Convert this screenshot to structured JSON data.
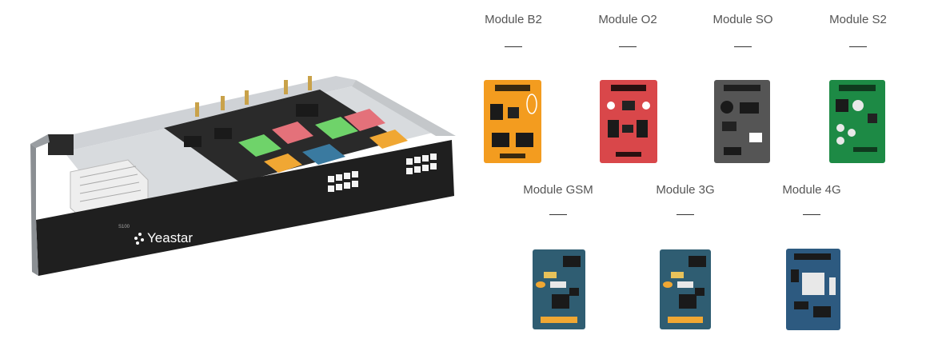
{
  "device": {
    "brand": "Yeastar",
    "model": "S100",
    "image": "yeastar-pbx-chassis-with-modules"
  },
  "modules": [
    {
      "label": "Module B2",
      "color": "#f39c1f",
      "image": "b2-module-board"
    },
    {
      "label": "Module O2",
      "color": "#d9474a",
      "image": "o2-module-board"
    },
    {
      "label": "Module SO",
      "color": "#555555",
      "image": "so-module-board"
    },
    {
      "label": "Module S2",
      "color": "#1d8a45",
      "image": "s2-module-board"
    },
    {
      "label": "Module GSM",
      "color": "#2f5d72",
      "image": "gsm-module-board"
    },
    {
      "label": "Module 3G",
      "color": "#2f5d72",
      "image": "3g-module-board"
    },
    {
      "label": "Module 4G",
      "color": "#2d5a80",
      "image": "4g-module-board"
    }
  ]
}
